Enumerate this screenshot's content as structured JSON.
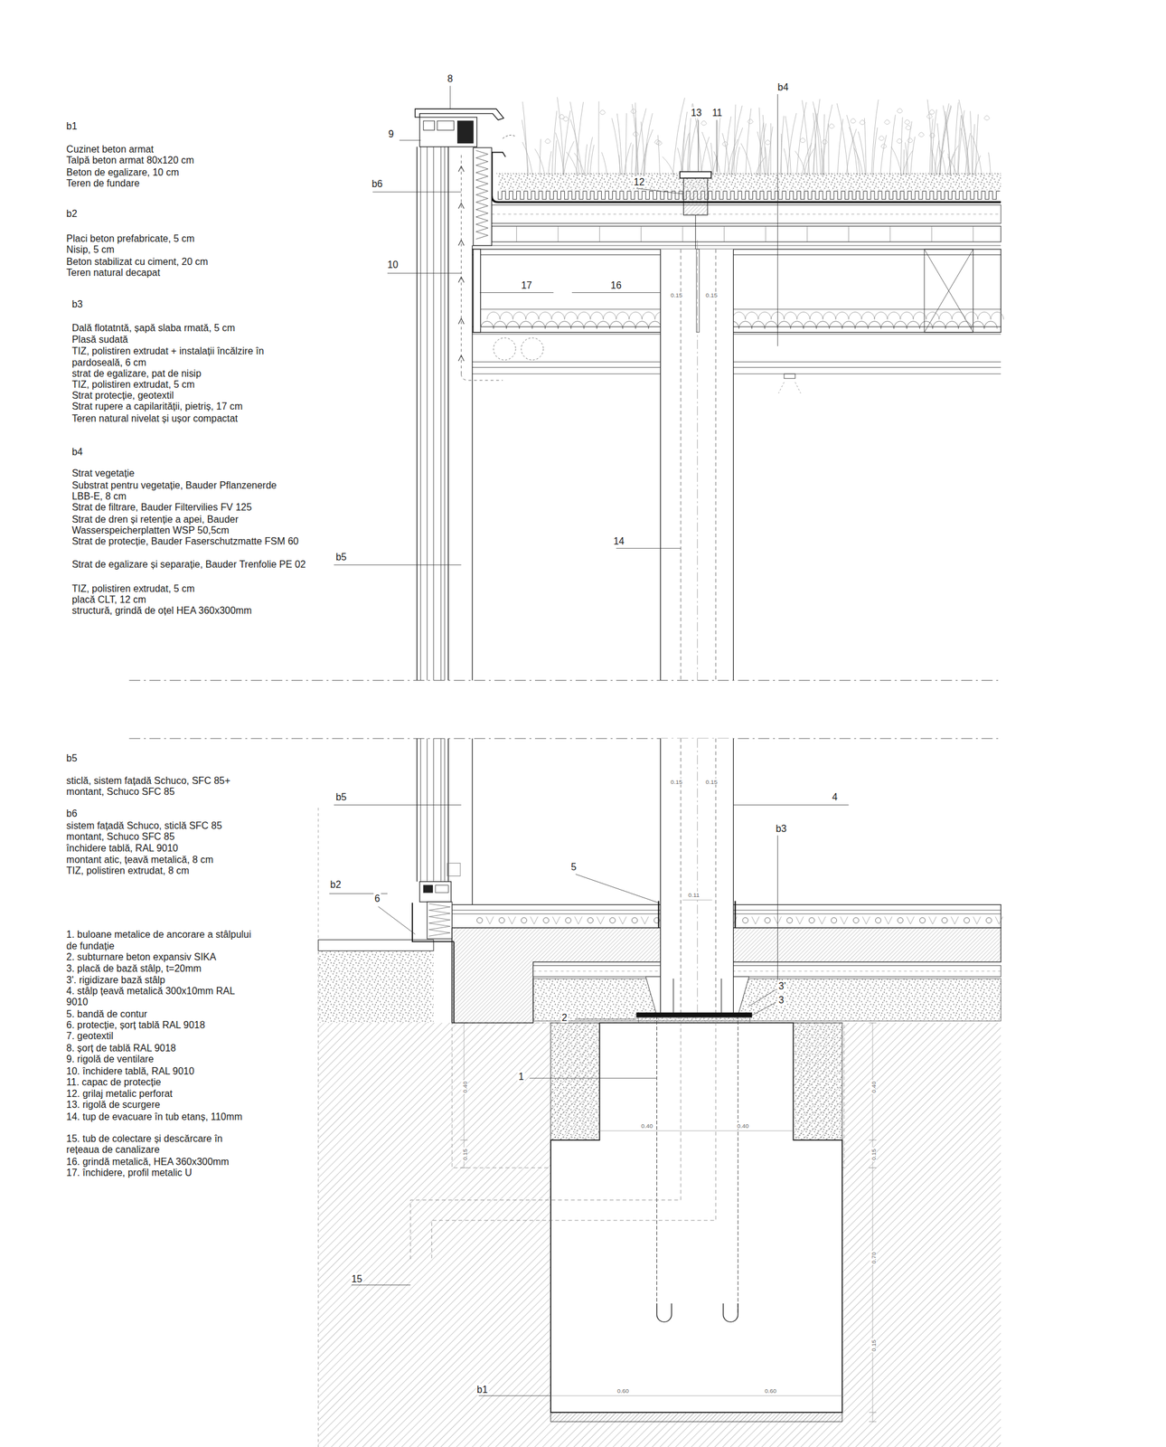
{
  "diagram": {
    "labels": [
      "b1",
      "Cuzinet beton armat",
      "Talpă beton armat 80x120 cm",
      "Beton de egalizare, 10 cm",
      "Teren de fundare",
      "b2",
      "Placi beton prefabricate, 5 cm",
      "Nisip, 5 cm",
      "Beton stabilizat cu ciment, 20 cm",
      "Teren natural decapat",
      "b3",
      "Dală flotatntă, șapă slaba rmată, 5 cm",
      "Plasă sudată",
      "TIZ, polistiren extrudat + instalații încălzire în pardoseală, 6 cm",
      "strat de egalizare, pat de nisip",
      "TIZ, polistiren extrudat, 5 cm",
      "Strat protecție, geotextil",
      "Strat rupere a capilarității, pietriș, 17 cm",
      "Teren natural nivelat și ușor compactat",
      "b4",
      "Strat vegetație",
      "Substrat pentru vegetație, Bauder Pflanzenerde LBB-E, 8 cm",
      "Strat de filtrare, Bauder Filtervilies FV 125",
      "Strat de dren și retenție a apei, Bauder Wasserspeicherplatten WSP 50,5cm",
      "Strat de protecție, Bauder Faserschutzmatte FSM 60",
      "Strat de egalizare și separație, Bauder Trenfolie PE 02",
      "TIZ, polistiren extrudat, 5 cm",
      "placă CLT, 12 cm",
      "structură, grindă de oțel HEA 360x300mm",
      "b5",
      "sticlă, sistem fațadă Schuco, SFC 85+ montant, Schuco SFC 85",
      "b6",
      "sistem fațadă Schuco, sticlă SFC 85",
      "montant, Schuco SFC 85",
      "închidere tablă, RAL 9010",
      "montant atic, țeavă metalică, 8 cm",
      "TIZ, polistiren extrudat, 8 cm",
      "1. buloane metalice de ancorare a stâlpului de fundație",
      "2. subturnare beton expansiv SIKA",
      "3. placă de bază stâlp, t=20mm",
      "3'. rigidizare bază stâlp",
      "4. stâlp țeavă metalică 300x10mm RAL 9010",
      "5. bandă de contur",
      "6. protecție, șorț tablă RAL 9018",
      "7. geotextil",
      "8. șorț de tablă RAL 9018",
      "9. rigolă de ventilare",
      "10. închidere tablă, RAL 9010",
      "11. capac de protecție",
      "12. grilaj metalic perforat",
      "13. rigolă de scurgere",
      "14. tup de evacuare în tub etanș, 110mm",
      "15. tub de colectare și descărcare în rețeaua de canalizare",
      "16. grindă metalică, HEA 360x300mm",
      "17. închidere, profil metalic U",
      "8",
      "9",
      "b6",
      "10",
      "13",
      "11",
      "b4",
      "12",
      "17",
      "16",
      "14",
      "b5",
      "b5",
      "4",
      "b3",
      "5",
      "b2",
      "6",
      "3'",
      "3",
      "2",
      "1",
      "15",
      "b1",
      "0.15",
      "0.15",
      "0.15",
      "0.15",
      "0.11",
      "0.40",
      "0.40",
      "0.60",
      "0.60",
      "0.40",
      "0.15",
      "0.70",
      "0.15",
      "0.40",
      "0.15"
    ]
  }
}
